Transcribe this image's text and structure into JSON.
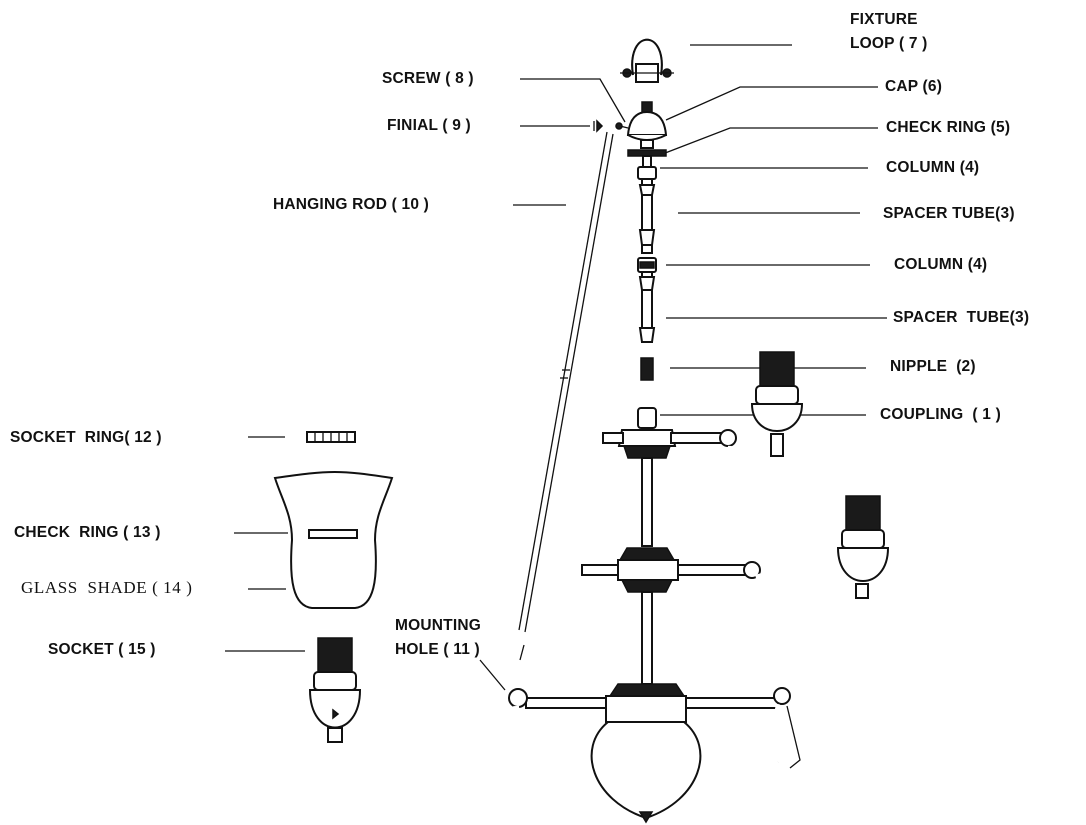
{
  "labels": {
    "fixture_loop_1": "FIXTURE",
    "fixture_loop_2": "LOOP ( 7 )",
    "screw": "SCREW ( 8 )",
    "cap": "CAP (6)",
    "finial": "FINIAL ( 9 )",
    "check_ring_5": "CHECK RING (5)",
    "column_top": "COLUMN (4)",
    "hanging_rod": "HANGING ROD ( 10 )",
    "spacer_tube_top": "SPACER TUBE(3)",
    "column_mid": "COLUMN (4)",
    "spacer_tube_mid": "SPACER  TUBE(3)",
    "nipple": "NIPPLE  (2)",
    "coupling": "COUPLING  ( 1 )",
    "socket_ring": "SOCKET  RING( 12 )",
    "check_ring_13": "CHECK  RING ( 13 )",
    "glass_shade": "GLASS  SHADE ( 14 )",
    "mounting_hole_1": "MOUNTING",
    "mounting_hole_2": "HOLE ( 11 )",
    "socket": "SOCKET ( 15 )"
  }
}
